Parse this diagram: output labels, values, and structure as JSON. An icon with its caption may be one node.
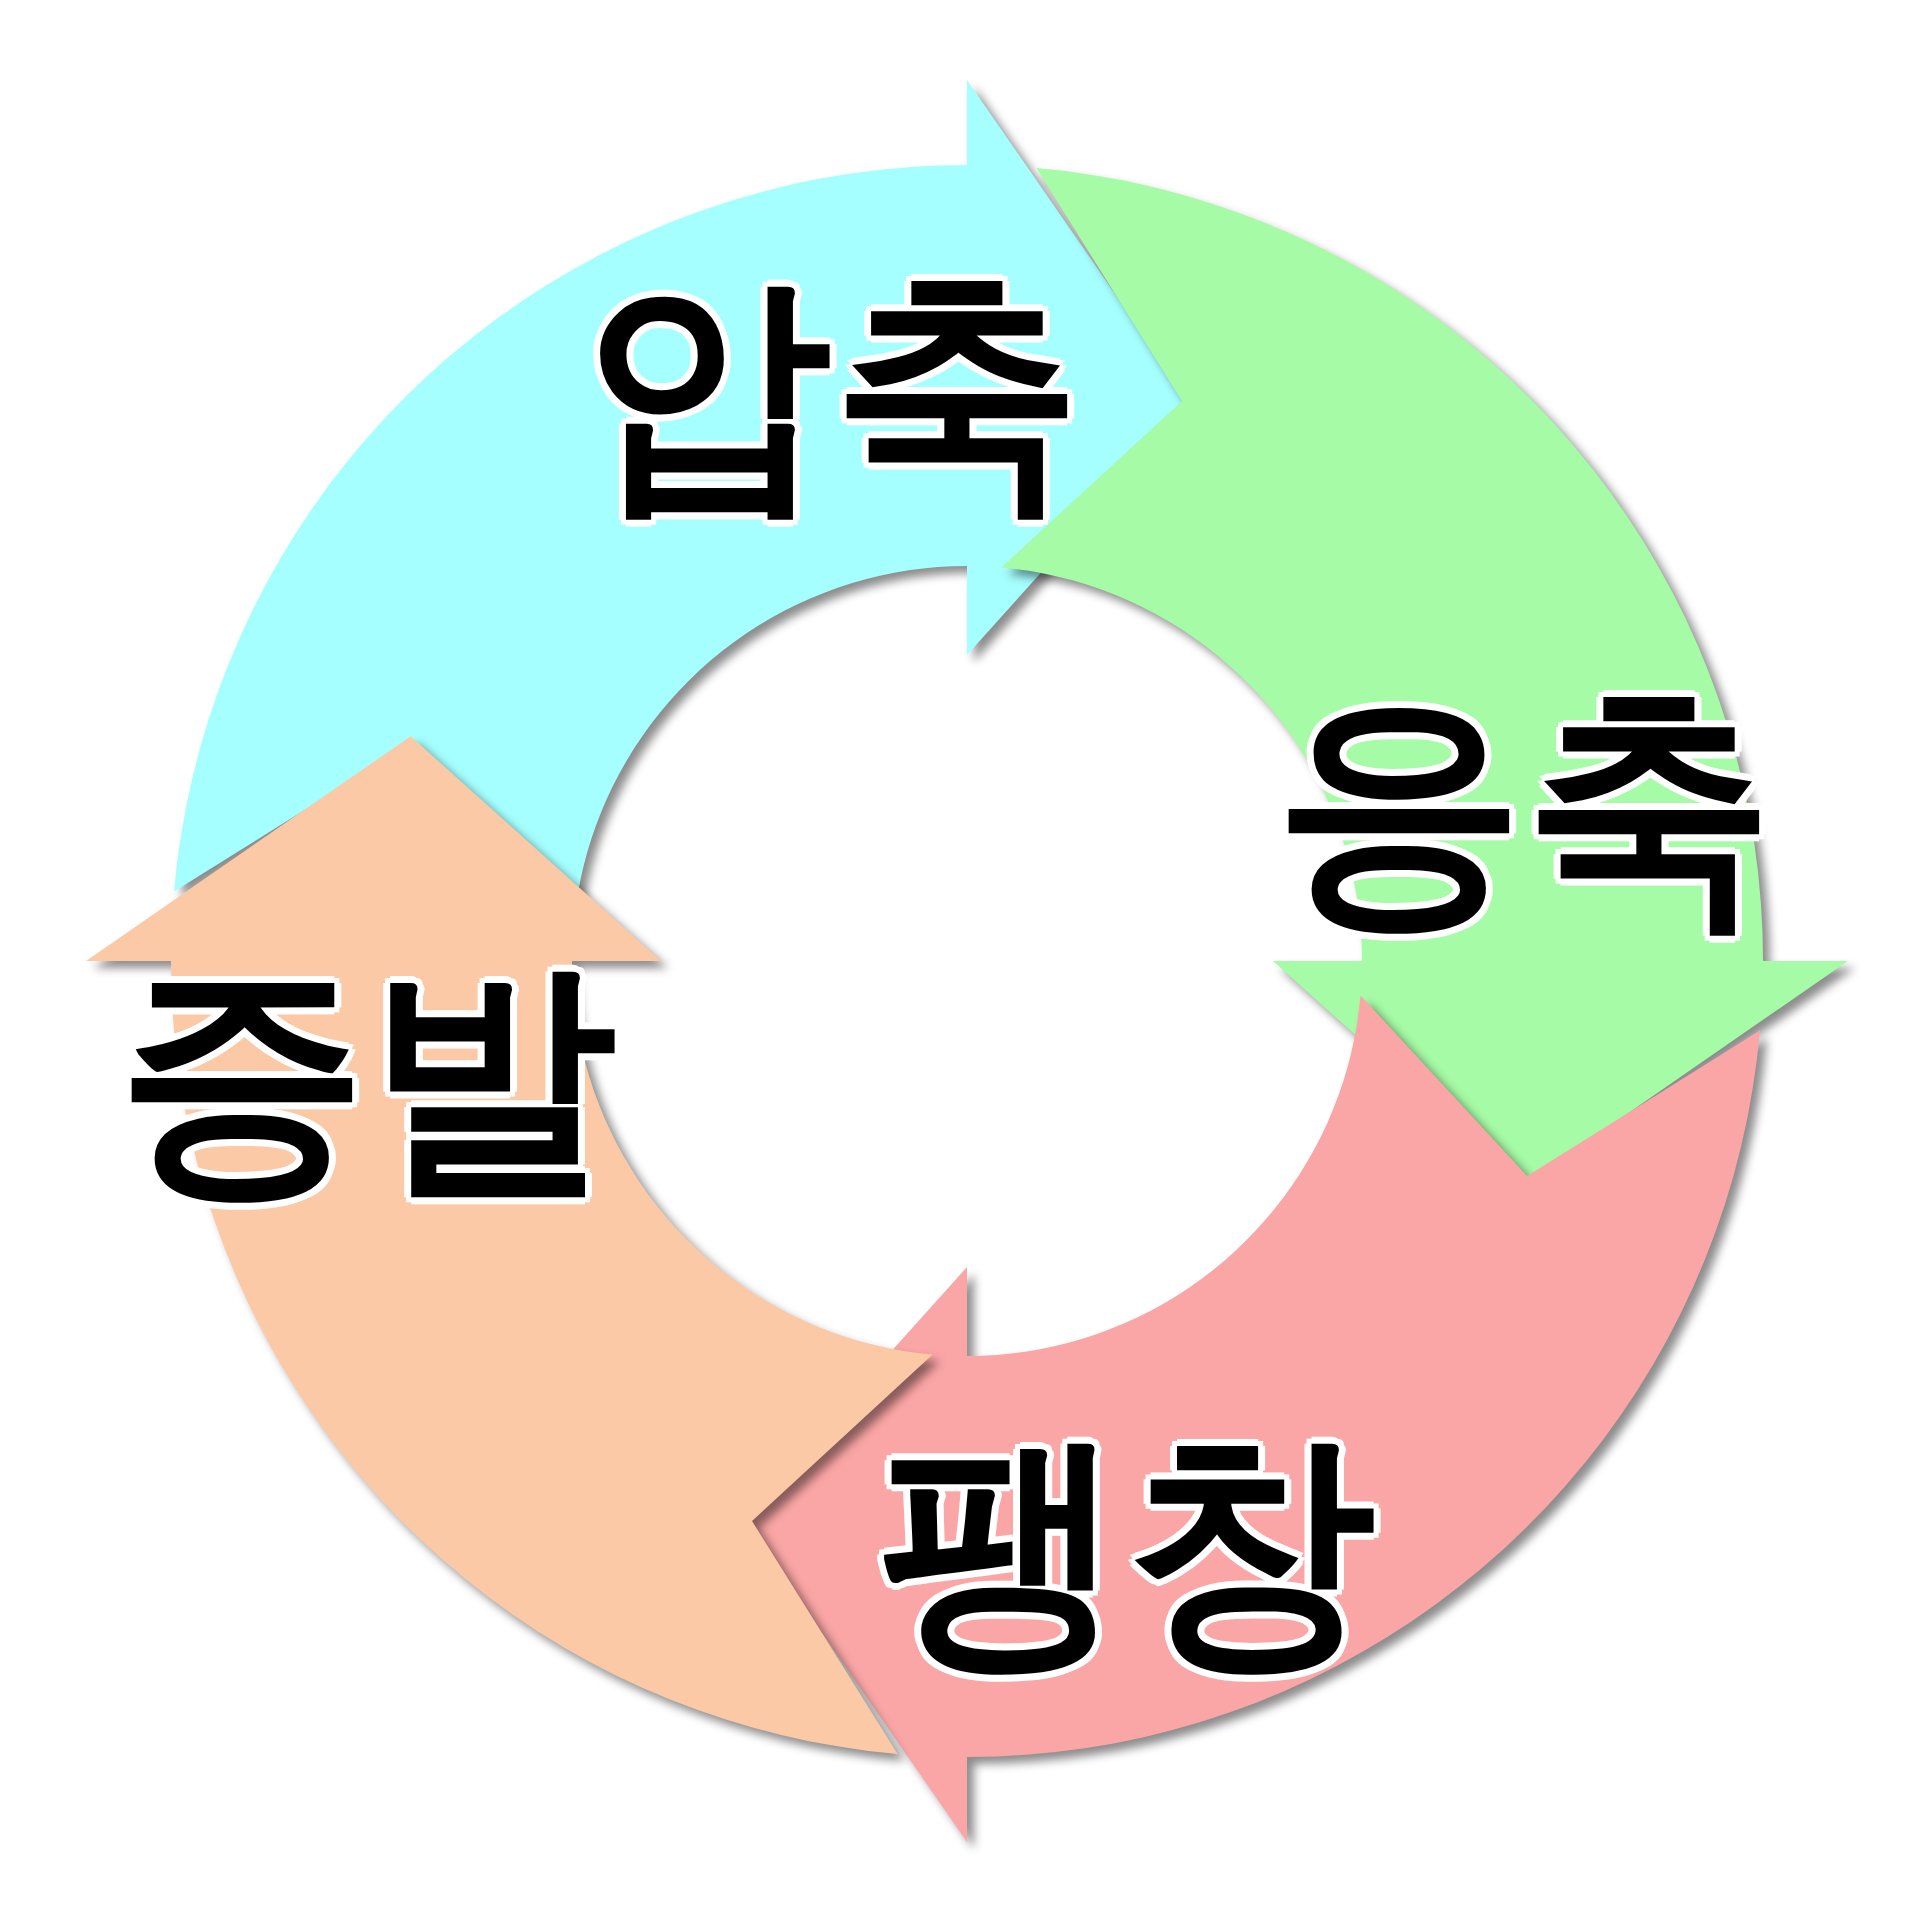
{
  "diagram": {
    "nodes": [
      {
        "text": [
          "압축"
        ]
      },
      {
        "text": [
          "응축"
        ]
      },
      {
        "text": [
          "팽창"
        ]
      },
      {
        "text": [
          "증발"
        ]
      }
    ]
  }
}
